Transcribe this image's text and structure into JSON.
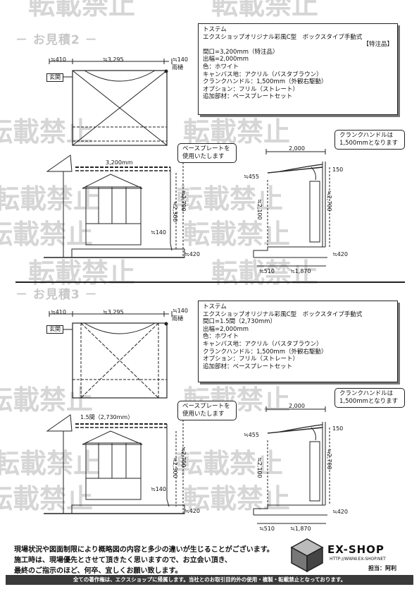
{
  "watermark": "転載禁止",
  "estimates": [
    {
      "title": "－ お見積2 －",
      "spec_lines": [
        "トステム",
        "エクスショップオリジナル彩風C型　ボックスタイプ手動式",
        "【特注品】",
        "間口=3,200mm（特注品）",
        "出幅=2,000mm",
        "色：ホワイト",
        "キャンバス地：アクリル（バスタブラウン）",
        "クランクハンドル：1,500mm（外観右駆動）",
        "オプション：フリル（ストレート）",
        "追加部材：ベースプレートセット"
      ],
      "plan": {
        "left_dim": "≒410",
        "width_dim": "≒3,295",
        "right_dim": "≒140",
        "rain_gutter": "雨樋",
        "entrance": "玄関"
      },
      "front": {
        "width_label": "3,200mm",
        "baseplate_note": [
          "ベースプレートを",
          "使用いたします"
        ],
        "h_inner": "≒2,300",
        "h_outer": "≒2,700",
        "d140": "≒140",
        "d420": "≒420"
      },
      "side": {
        "crank_note": [
          "クランクハンドルは",
          "1,500mmとなります"
        ],
        "projection": "2,000",
        "d455": "≒455",
        "d150": "150",
        "h2100": "≒2,100",
        "h2700": "≒2,700",
        "d420": "≒420",
        "d510": "≒510",
        "d1870": "≒1,870"
      }
    },
    {
      "title": "－ お見積3 －",
      "spec_lines": [
        "トステム",
        "エクスショップオリジナル彩風C型　ボックスタイプ手動式",
        "間口=1.5間（2,730mm）",
        "出幅=2,000mm",
        "色：ホワイト",
        "キャンバス地：アクリル（バスタブラウン）",
        "クランクハンドル：1,500mm（外観右駆動）",
        "オプション：フリル（ストレート）",
        "追加部材：ベースプレートセット"
      ],
      "plan": {
        "left_dim": "≒410",
        "width_dim": "≒3,295",
        "right_dim": "≒140",
        "rain_gutter": "雨樋",
        "entrance": "玄関"
      },
      "front": {
        "width_label": "1.5間（2,730mm）",
        "baseplate_note": [
          "ベースプレートを",
          "使用いたします"
        ],
        "h_inner": "≒2,300",
        "h_outer": "≒2,700",
        "d140": "≒140",
        "d420": "≒420"
      },
      "side": {
        "crank_note": [
          "クランクハンドルは",
          "1,500mmとなります"
        ],
        "projection": "2,000",
        "d455": "≒455",
        "d150": "150",
        "h2100": "≒2,100",
        "h2700": "≒2,700",
        "d420": "≒420",
        "d510": "≒510",
        "d1870": "≒1,870"
      }
    }
  ],
  "footer": {
    "notes": [
      "現場状況や図面制限により概略図の内容と多少の違いが生じることがございます。",
      "施工時は、現場優先とさせて頂きたく思いますので、お立会い頂き、",
      "最終のご指示のほど、何卒、宜しくお願い致します。"
    ],
    "copyright": "全ての著作権は、エクスショップに帰属します。当社とのお取引目的外の使用・複製・転載禁止となっております。",
    "logo": "EX-SHOP",
    "url": "HTTP://WWW.EX-SHOP.NET",
    "person": "担当：阿利"
  }
}
